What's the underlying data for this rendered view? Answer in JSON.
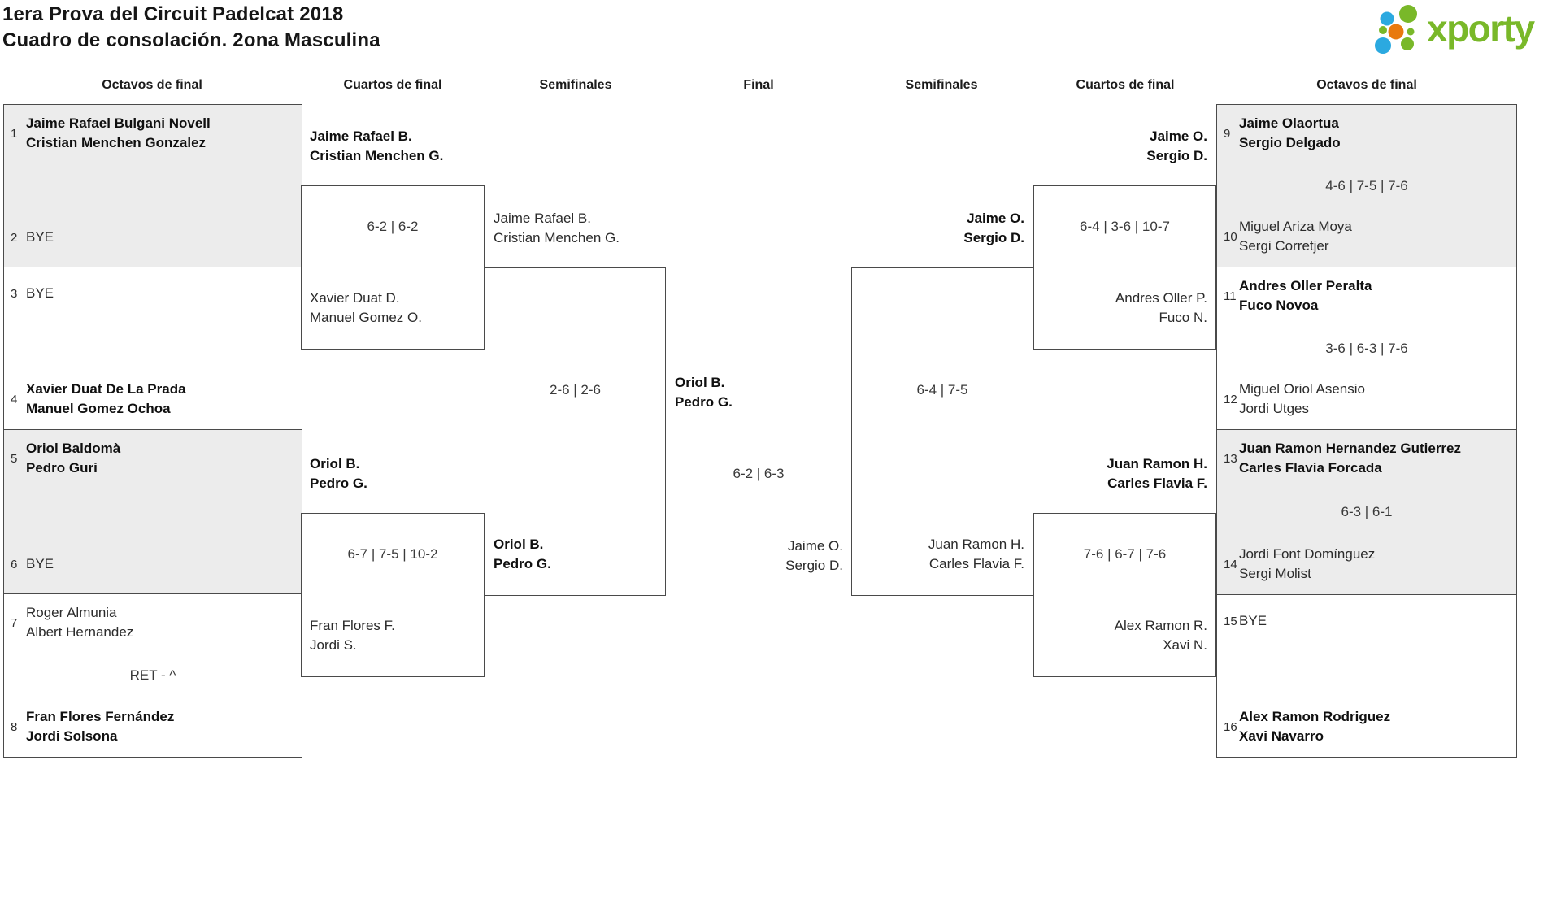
{
  "title": {
    "line1": "1era Prova del Circuit Padelcat 2018",
    "line2": "Cuadro de consolación. 2ona Masculina"
  },
  "logo": {
    "text": "xporty"
  },
  "colors": {
    "logo_green": "#79b829",
    "logo_blue": "#2ba9e0",
    "logo_orange": "#e8790e",
    "box_gray": "#ececec",
    "border": "#4a4a4a"
  },
  "headers": {
    "lo": "Octavos de final",
    "lc": "Cuartos de final",
    "ls": "Semifinales",
    "f": "Final",
    "rs": "Semifinales",
    "rc": "Cuartos de final",
    "ro": "Octavos de final"
  },
  "lo": {
    "m1": {
      "s1": "1",
      "t1": "Jaime Rafael Bulgani Novell\nCristian Menchen Gonzalez",
      "s2": "2",
      "t2": "BYE",
      "score": ""
    },
    "m2": {
      "s1": "3",
      "t1": "BYE",
      "s2": "4",
      "t2": "Xavier Duat De La Prada\nManuel Gomez Ochoa",
      "score": ""
    },
    "m3": {
      "s1": "5",
      "t1": "Oriol Baldomà\nPedro Guri",
      "s2": "6",
      "t2": "BYE",
      "score": ""
    },
    "m4": {
      "s1": "7",
      "t1": "Roger Almunia\nAlbert Hernandez",
      "s2": "8",
      "t2": "Fran Flores Fernández\nJordi Solsona",
      "score": "RET - ^"
    }
  },
  "lc": {
    "m1": {
      "t1": "Jaime Rafael B.\nCristian Menchen G.",
      "score": "6-2 | 6-2",
      "t2": "Xavier Duat D.\nManuel Gomez O."
    },
    "m2": {
      "t1": "Oriol B.\nPedro G.",
      "score": "6-7 | 7-5 | 10-2",
      "t2": "Fran Flores F.\nJordi S."
    }
  },
  "ls": {
    "t1": "Jaime Rafael B.\nCristian Menchen G.",
    "score": "2-6 | 2-6",
    "t2": "Oriol B.\nPedro G."
  },
  "f": {
    "t1": "Oriol B.\nPedro G.",
    "score": "6-2 | 6-3",
    "t2": "Jaime O.\nSergio D."
  },
  "rs": {
    "t1": "Jaime O.\nSergio D.",
    "score": "6-4 | 7-5",
    "t2": "Juan Ramon H.\nCarles Flavia F."
  },
  "rc": {
    "m1": {
      "t1": "Jaime O.\nSergio D.",
      "score": "6-4 | 3-6 | 10-7",
      "t2": "Andres Oller P.\nFuco N."
    },
    "m2": {
      "t1": "Juan Ramon H.\nCarles Flavia F.",
      "score": "7-6 | 6-7 | 7-6",
      "t2": "Alex Ramon R.\nXavi N."
    }
  },
  "ro": {
    "m1": {
      "s1": "9",
      "t1": "Jaime Olaortua\nSergio Delgado",
      "score": "4-6 | 7-5 | 7-6",
      "s2": "10",
      "t2": "Miguel Ariza Moya\nSergi Corretjer"
    },
    "m2": {
      "s1": "11",
      "t1": "Andres Oller Peralta\nFuco Novoa",
      "score": "3-6 | 6-3 | 7-6",
      "s2": "12",
      "t2": "Miguel Oriol Asensio\nJordi Utges"
    },
    "m3": {
      "s1": "13",
      "t1": "Juan Ramon Hernandez Gutierrez\nCarles Flavia Forcada",
      "score": "6-3 | 6-1",
      "s2": "14",
      "t2": "Jordi Font Domínguez\nSergi Molist"
    },
    "m4": {
      "s1": "15",
      "t1": "BYE",
      "score": "",
      "s2": "16",
      "t2": "Alex Ramon Rodriguez\nXavi Navarro"
    }
  }
}
